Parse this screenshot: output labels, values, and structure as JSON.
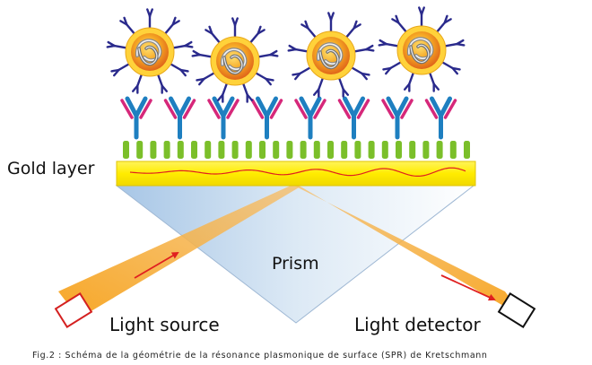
{
  "labels": {
    "gold_layer": "Gold layer",
    "prism": "Prism",
    "light_source": "Light source",
    "light_detector": "Light detector"
  },
  "caption": "Fig.2 : Schéma de la géométrie de la résonance plasmonique de surface (SPR) de Kretschmann",
  "colors": {
    "gold": "#fff000",
    "gold_edge": "#e0c400",
    "plasmon_wave": "#e02020",
    "linker": "#7bbf2a",
    "antibody_stem": "#1e7fc0",
    "antibody_arm_pink": "#d6287a",
    "small_antibody": "#2a2a8c",
    "prism_fill": "#b8d3ea",
    "beam": "#f5a623",
    "arrow": "#e02020",
    "source_box": "#d42020",
    "detector_box": "#111111",
    "nanoparticle": "#f2a11f"
  },
  "icons": {
    "source": "light-source-box-icon",
    "detector": "light-detector-box-icon",
    "antibody": "antibody-icon",
    "nanoparticle": "nanoparticle-icon"
  }
}
